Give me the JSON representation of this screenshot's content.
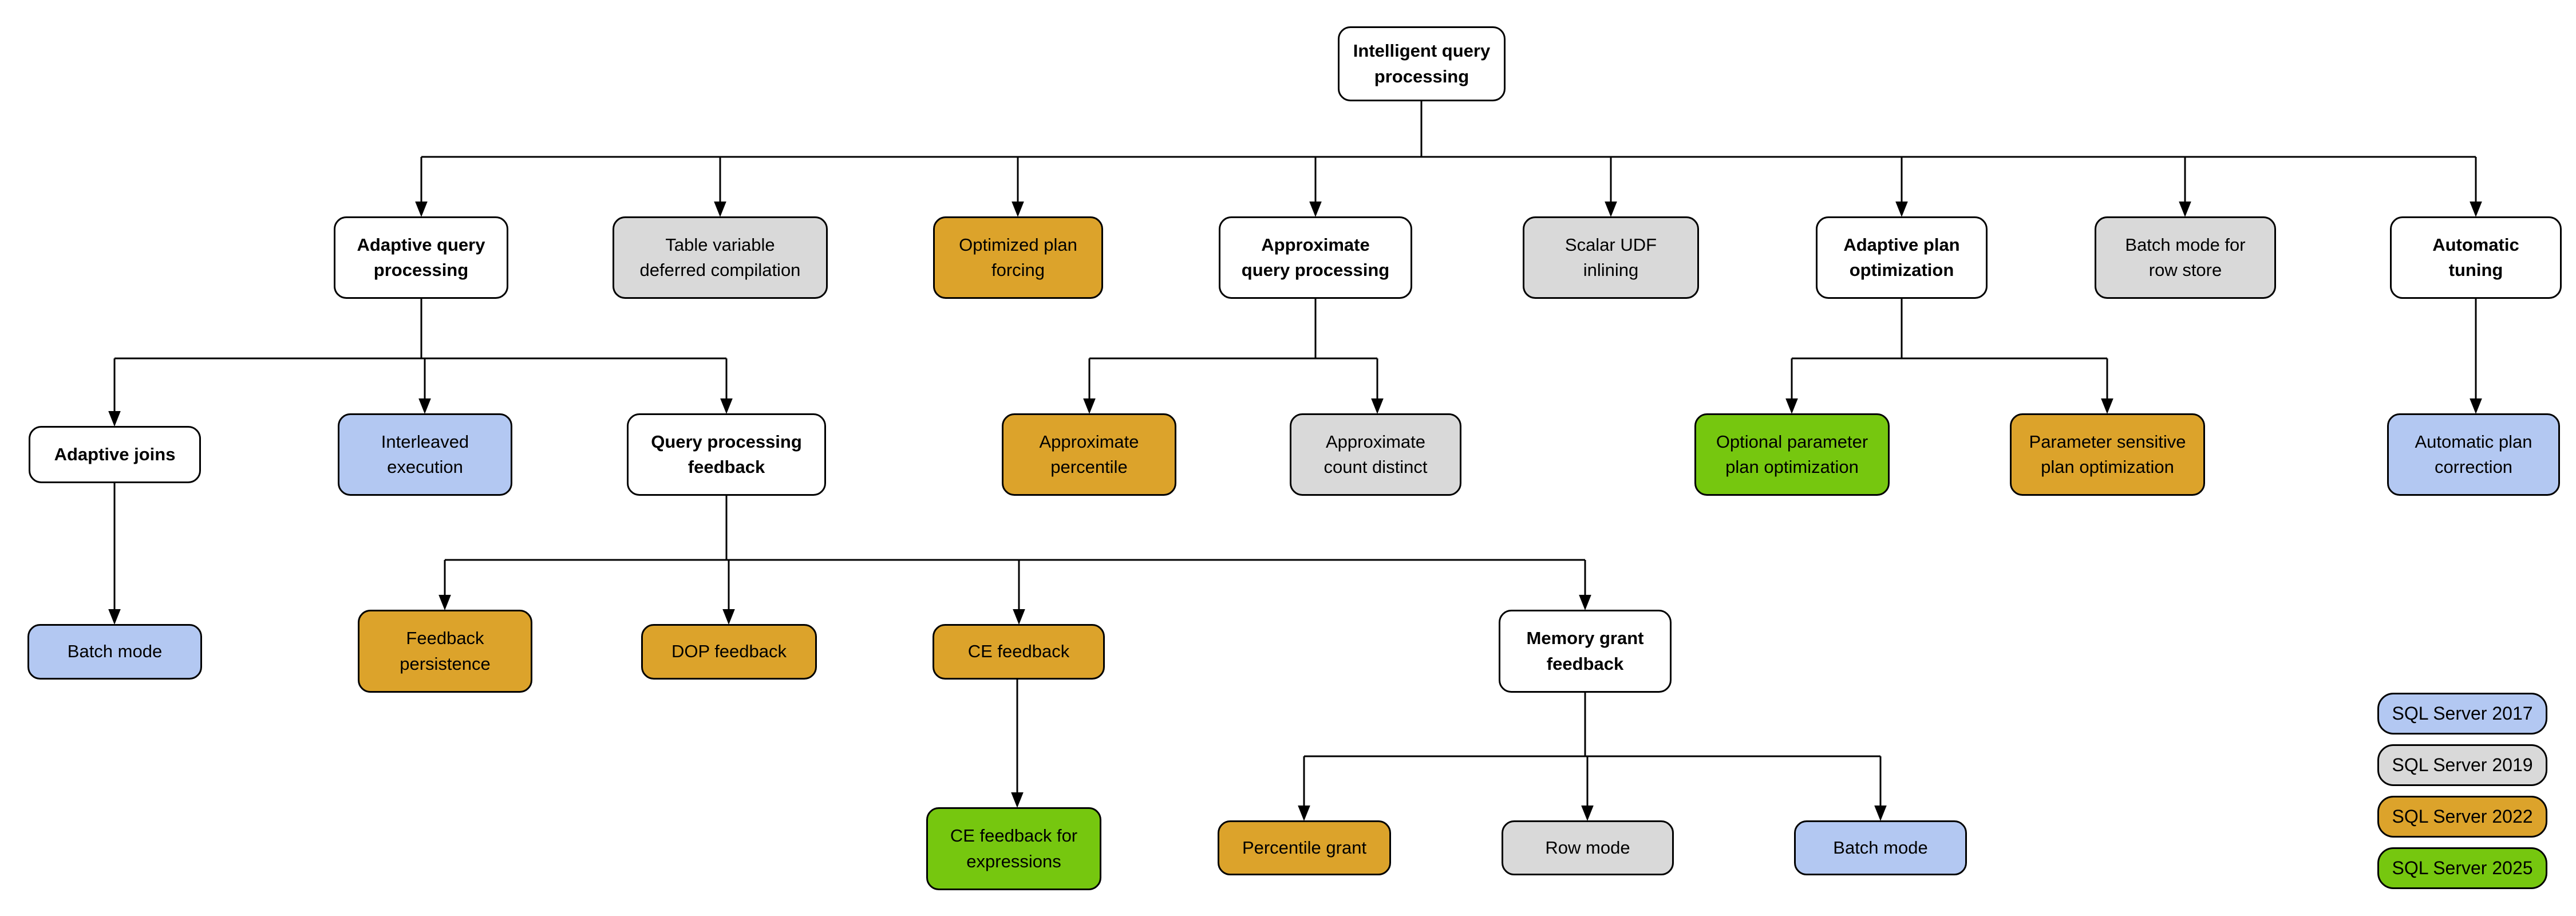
{
  "diagram": {
    "title": "Intelligent query processing",
    "nodes": [
      {
        "id": "root",
        "label": "Intelligent query\nprocessing",
        "version": null
      },
      {
        "id": "aqp",
        "label": "Adaptive query\nprocessing",
        "version": null
      },
      {
        "id": "tvdc",
        "label": "Table variable\ndeferred compilation",
        "version": "SQL Server 2019"
      },
      {
        "id": "opf",
        "label": "Optimized plan\nforcing",
        "version": "SQL Server 2022"
      },
      {
        "id": "axqp",
        "label": "Approximate\nquery processing",
        "version": null
      },
      {
        "id": "sudf",
        "label": "Scalar UDF\ninlining",
        "version": "SQL Server 2019"
      },
      {
        "id": "apo",
        "label": "Adaptive plan\noptimization",
        "version": null
      },
      {
        "id": "bmrs",
        "label": "Batch mode for\nrow store",
        "version": "SQL Server 2019"
      },
      {
        "id": "atun",
        "label": "Automatic\ntuning",
        "version": null
      },
      {
        "id": "aj",
        "label": "Adaptive joins",
        "version": null
      },
      {
        "id": "ie",
        "label": "Interleaved\nexecution",
        "version": "SQL Server 2017"
      },
      {
        "id": "qpf",
        "label": "Query processing\nfeedback",
        "version": null
      },
      {
        "id": "apct",
        "label": "Approximate\npercentile",
        "version": "SQL Server 2022"
      },
      {
        "id": "acd",
        "label": "Approximate\ncount distinct",
        "version": "SQL Server 2019"
      },
      {
        "id": "oppo",
        "label": "Optional parameter\nplan optimization",
        "version": "SQL Server 2025"
      },
      {
        "id": "pspo",
        "label": "Parameter sensitive\nplan optimization",
        "version": "SQL Server 2022"
      },
      {
        "id": "apc",
        "label": "Automatic plan\ncorrection",
        "version": "SQL Server 2017"
      },
      {
        "id": "bm1",
        "label": "Batch mode",
        "version": "SQL Server 2017"
      },
      {
        "id": "fp",
        "label": "Feedback\npersistence",
        "version": "SQL Server 2022"
      },
      {
        "id": "dopf",
        "label": "DOP feedback",
        "version": "SQL Server 2022"
      },
      {
        "id": "cef",
        "label": "CE feedback",
        "version": "SQL Server 2022"
      },
      {
        "id": "mgf",
        "label": "Memory grant\nfeedback",
        "version": null
      },
      {
        "id": "cefe",
        "label": "CE feedback for\nexpressions",
        "version": "SQL Server 2025"
      },
      {
        "id": "pg",
        "label": "Percentile grant",
        "version": "SQL Server 2022"
      },
      {
        "id": "rmode",
        "label": "Row mode",
        "version": "SQL Server 2019"
      },
      {
        "id": "bm2",
        "label": "Batch mode",
        "version": "SQL Server 2017"
      }
    ],
    "legend": {
      "items": [
        {
          "label": "SQL Server 2017",
          "color": "#b3c8f2"
        },
        {
          "label": "SQL Server 2019",
          "color": "#d9d9d9"
        },
        {
          "label": "SQL Server 2022",
          "color": "#dca32b"
        },
        {
          "label": "SQL Server 2025",
          "color": "#76c70f"
        }
      ]
    },
    "colors": {
      "category_node": "#ffffff",
      "border": "#000000",
      "connector": "#000000"
    }
  }
}
